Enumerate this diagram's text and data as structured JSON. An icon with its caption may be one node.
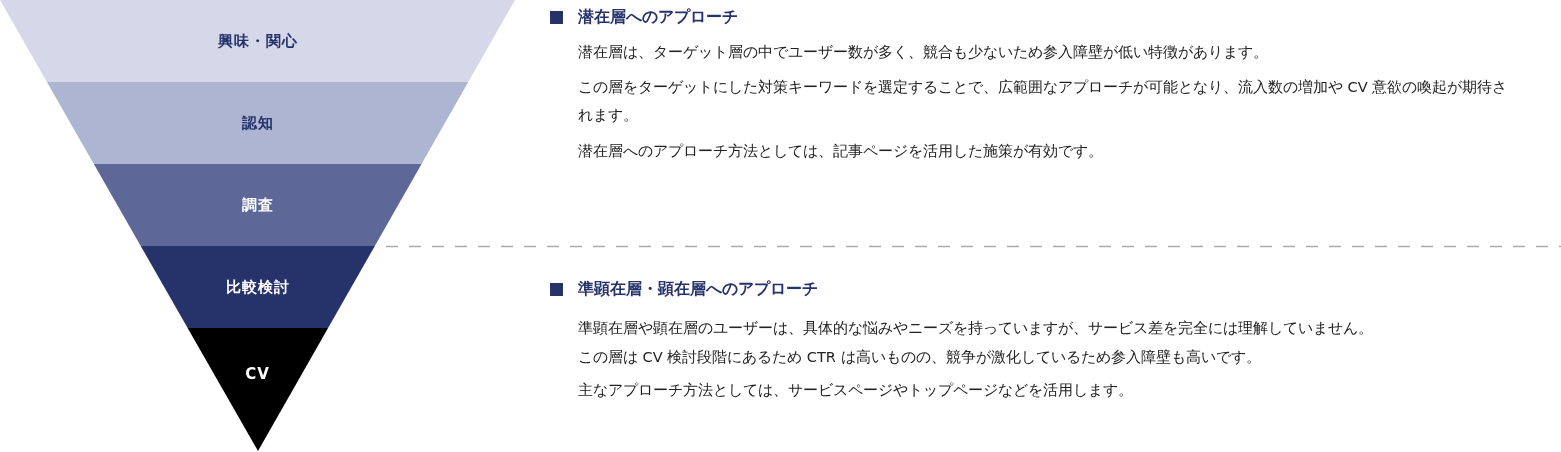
{
  "diagram": {
    "nodes": [
      {
        "text": [
          "興味・関心"
        ]
      },
      {
        "text": [
          "認知"
        ]
      },
      {
        "text": [
          "調査"
        ]
      },
      {
        "text": [
          "比較検討"
        ]
      },
      {
        "text": [
          "CV"
        ]
      }
    ],
    "labels": [
      "潜在層へのアプローチ",
      "潜在層は、ターゲット層の中でユーザー数が多く、競合も少ないため参入障壁が低い特徴があります。",
      "この層をターゲットにした対策キーワードを選定することで、広範囲なアプローチが可能となり、流入数の増加や CV 意欲の喚起が期待されます。",
      "潜在層へのアプローチ方法としては、記事ページを活用した施策が有効です。",
      "準顕在層・顕在層へのアプローチ",
      "準顕在層や顕在層のユーザーは、具体的な悩みやニーズを持っていますが、サービス差を完全には理解していません。",
      "この層は CV 検討段階にあるため CTR は高いものの、競争が激化しているため参入障壁も高いです。",
      "主なアプローチ方法としては、サービスページやトップページなどを活用します。"
    ]
  }
}
